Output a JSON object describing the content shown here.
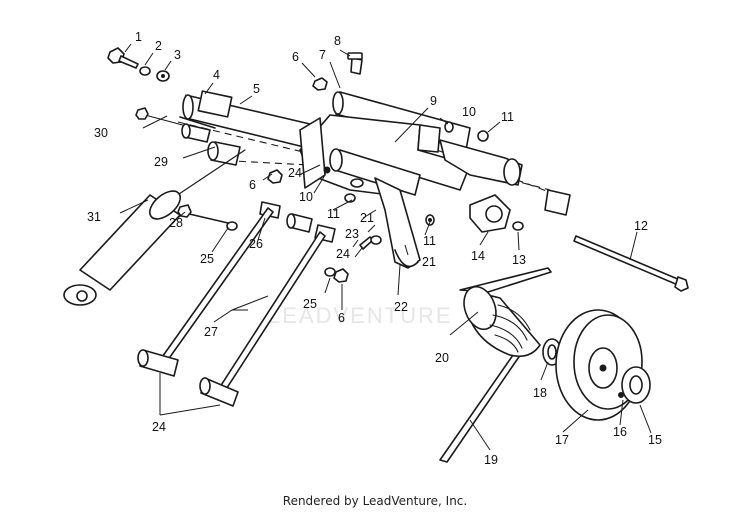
{
  "diagram": {
    "footer_text": "Rendered by LeadVenture, Inc.",
    "watermark_text": "LEADVENTURE",
    "callouts": [
      "1",
      "2",
      "3",
      "4",
      "5",
      "6",
      "7",
      "8",
      "9",
      "10",
      "11",
      "12",
      "13",
      "14",
      "15",
      "16",
      "17",
      "18",
      "19",
      "20",
      "21",
      "22",
      "23",
      "24",
      "25",
      "26",
      "27",
      "28",
      "29",
      "30",
      "31"
    ]
  }
}
